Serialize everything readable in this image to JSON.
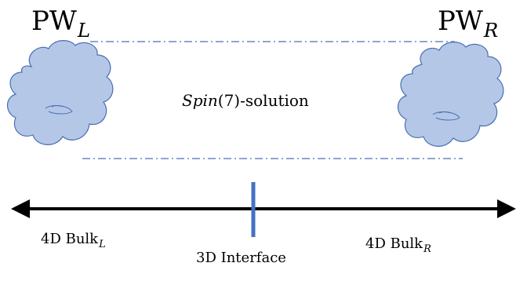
{
  "labels": {
    "pw_left": {
      "main": "PW",
      "sub": "L"
    },
    "pw_right": {
      "main": "PW",
      "sub": "R"
    },
    "solution": {
      "italic_part": "Spin",
      "rest": "(7)-solution"
    },
    "bulk_left": {
      "main": "4D Bulk",
      "sub": "L"
    },
    "bulk_right": {
      "main": "4D Bulk",
      "sub": "R"
    },
    "interface": "3D Interface"
  },
  "colors": {
    "cloud_fill": "#b4c7e7",
    "cloud_stroke": "#4a6fb3",
    "dashdot_line": "#4a6fb3",
    "interface_bar": "#4472c4",
    "axis": "#000000"
  }
}
